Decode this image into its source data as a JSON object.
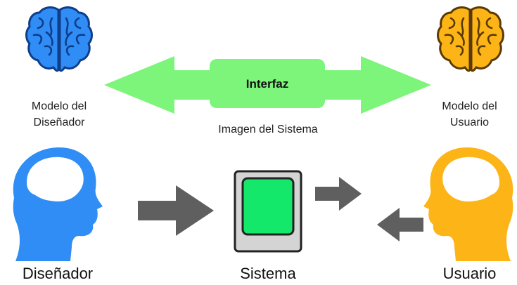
{
  "colors": {
    "designer": "#2f8df5",
    "designer_dark": "#0e3d8a",
    "user": "#fdb416",
    "user_dark": "#7a4a00",
    "interface_arrow": "#7cf57a",
    "interface_box": "#7cf57a",
    "gray_arrow": "#5f5f5f",
    "screen": "#14e86a",
    "device": "#d4d4d4"
  },
  "icons": {
    "designer_brain": "brain-icon",
    "user_brain": "brain-icon",
    "designer_head": "head-silhouette-icon",
    "user_head": "head-silhouette-icon",
    "system_device": "tablet-icon"
  },
  "labels": {
    "designer_model_line1": "Modelo del",
    "designer_model_line2": "Diseñador",
    "user_model_line1": "Modelo del",
    "user_model_line2": "Usuario",
    "interface": "Interfaz",
    "system_image": "Imagen del Sistema",
    "designer": "Diseñador",
    "system": "Sistema",
    "user": "Usuario"
  }
}
